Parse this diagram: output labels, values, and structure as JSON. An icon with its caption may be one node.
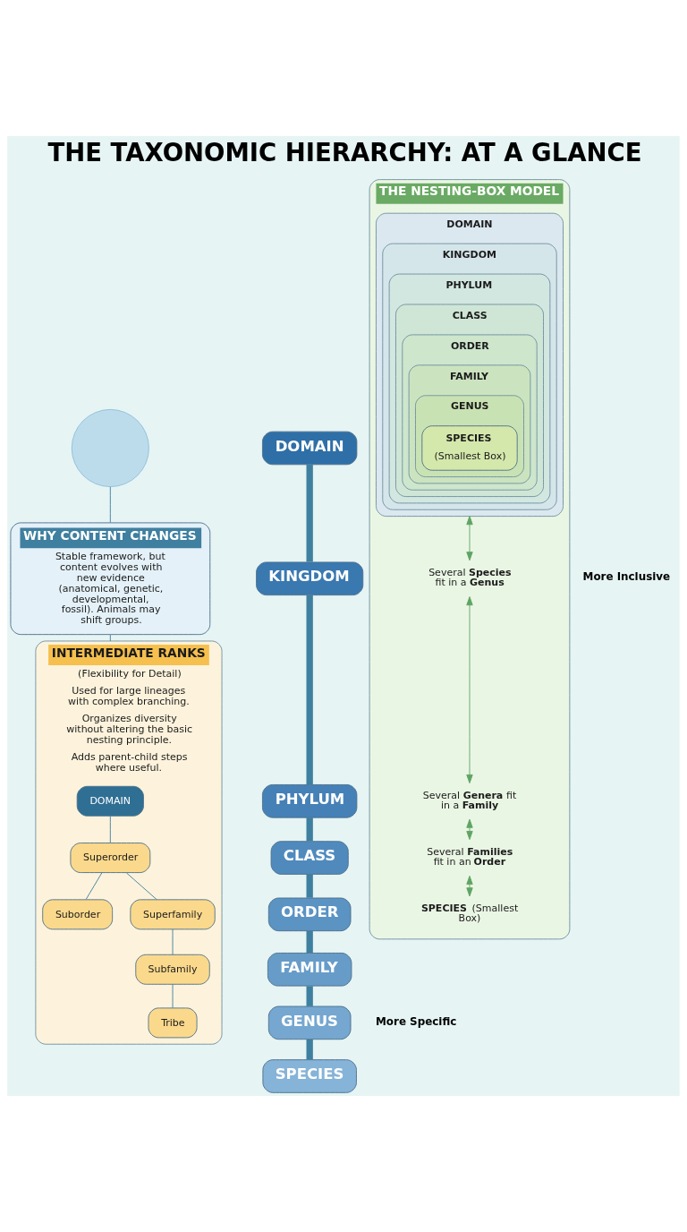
{
  "diagram": {
    "title": "THE TAXONOMIC HIERARCHY: AT A GLANCE",
    "nodes": [
      {
        "text": [],
        "shape": "circle"
      },
      {
        "text": [
          "WHY CONTENT CHANGES",
          "Stable framework, but content evolves with new evidence (anatomical, genetic, developmental, fossil). Animals may shift groups."
        ]
      },
      {
        "text": [
          "INTERMEDIATE RANKS",
          "(Flexibility for Detail)",
          "Used for large lineages with complex branching.",
          "Organizes diversity without altering the basic nesting principle.",
          "Adds parent-child steps where useful."
        ]
      },
      {
        "text": [
          "DOMAIN"
        ],
        "in": 2
      },
      {
        "text": [
          "Superorder"
        ],
        "in": 2
      },
      {
        "text": [
          "Suborder"
        ],
        "in": 2
      },
      {
        "text": [
          "Superfamily"
        ],
        "in": 2
      },
      {
        "text": [
          "Subfamily"
        ],
        "in": 2
      },
      {
        "text": [
          "Tribe"
        ],
        "in": 2
      },
      {
        "text": [
          "DOMAIN"
        ]
      },
      {
        "text": [
          "KINGDOM"
        ]
      },
      {
        "text": [
          "PHYLUM"
        ]
      },
      {
        "text": [
          "CLASS"
        ]
      },
      {
        "text": [
          "ORDER"
        ]
      },
      {
        "text": [
          "FAMILY"
        ]
      },
      {
        "text": [
          "GENUS"
        ]
      },
      {
        "text": [
          "SPECIES"
        ]
      },
      {
        "text": [
          "THE NESTING-BOX MODEL"
        ]
      },
      {
        "text": [
          "DOMAIN"
        ],
        "in": 17
      },
      {
        "text": [
          "KINGDOM"
        ],
        "in": 18
      },
      {
        "text": [
          "PHYLUM"
        ],
        "in": 19
      },
      {
        "text": [
          "CLASS"
        ],
        "in": 20
      },
      {
        "text": [
          "ORDER"
        ],
        "in": 21
      },
      {
        "text": [
          "FAMILY"
        ],
        "in": 22
      },
      {
        "text": [
          "GENUS"
        ],
        "in": 23
      },
      {
        "text": [
          "SPECIES",
          "(Smallest Box)"
        ],
        "in": 24
      },
      {
        "text": [
          "Several **Species** fit in a **Genus**"
        ],
        "in": 17
      },
      {
        "text": [
          "Several **Genera** fit in a **Family**"
        ],
        "in": 17
      },
      {
        "text": [
          "Several **Families** fit in an **Order**"
        ],
        "in": 17
      },
      {
        "text": [
          "**SPECIES** (Smallest Box)"
        ],
        "in": 17
      }
    ],
    "edges": [
      {
        "from": 0,
        "to": 1,
        "arrow": "none"
      },
      {
        "from": 1,
        "to": 2,
        "arrow": "none"
      },
      {
        "from": 3,
        "to": 4,
        "arrow": "none"
      },
      {
        "from": 4,
        "to": 5,
        "arrow": "none"
      },
      {
        "from": 4,
        "to": 6,
        "arrow": "none"
      },
      {
        "from": 6,
        "to": 7,
        "arrow": "none"
      },
      {
        "from": 7,
        "to": 8,
        "arrow": "none"
      },
      {
        "from": 9,
        "to": 10,
        "arrow": "none",
        "style": "thick"
      },
      {
        "from": 10,
        "to": 11,
        "arrow": "none",
        "style": "thick"
      },
      {
        "from": 11,
        "to": 12,
        "arrow": "none",
        "style": "thick"
      },
      {
        "from": 12,
        "to": 13,
        "arrow": "none",
        "style": "thick"
      },
      {
        "from": 13,
        "to": 14,
        "arrow": "none",
        "style": "thick"
      },
      {
        "from": 14,
        "to": 15,
        "arrow": "none",
        "style": "thick"
      },
      {
        "from": 15,
        "to": 16,
        "arrow": "none",
        "style": "thick"
      },
      {
        "from": 18,
        "to": 26,
        "arrow": "both",
        "color": "#5fa463"
      },
      {
        "from": 26,
        "to": 27,
        "arrow": "both",
        "color": "#5fa463"
      },
      {
        "from": 27,
        "to": 28,
        "arrow": "both",
        "color": "#5fa463"
      },
      {
        "from": 28,
        "to": 29,
        "arrow": "both",
        "color": "#5fa463"
      }
    ],
    "labels": [
      "More Inclusive",
      "More Specific"
    ]
  }
}
